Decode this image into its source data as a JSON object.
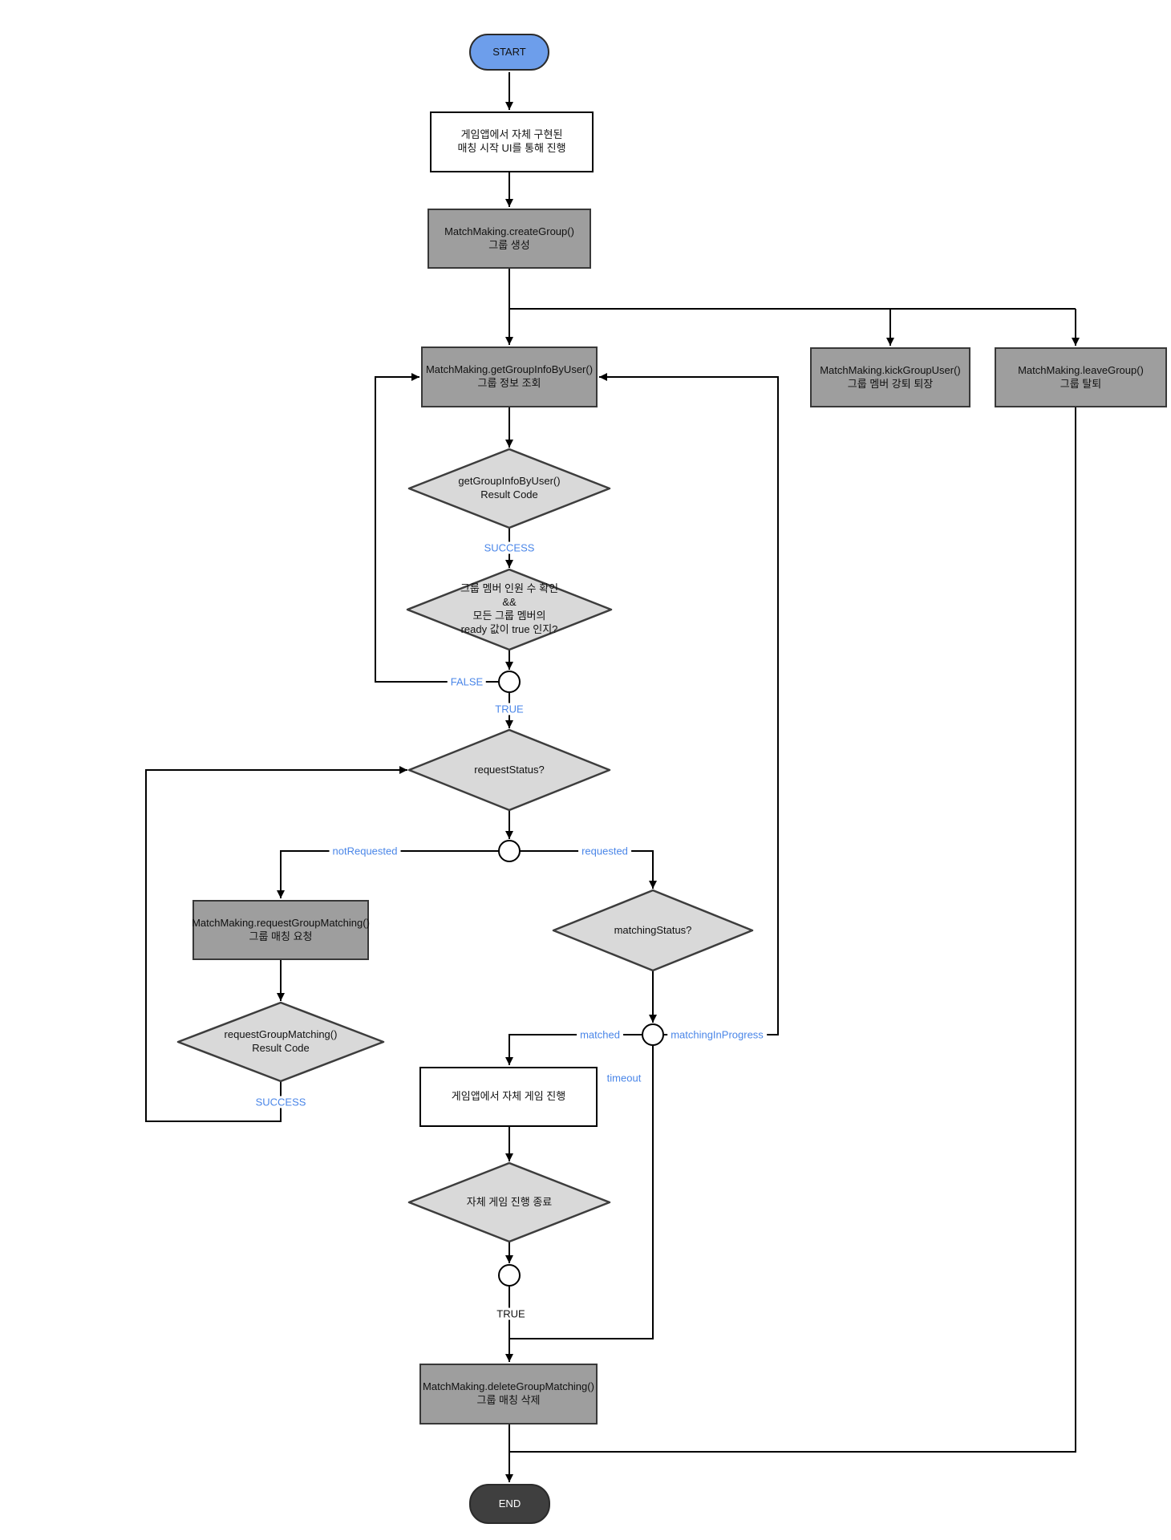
{
  "diagram_title": "MatchMaking group matching flowchart",
  "palette": {
    "start_fill": "#6d9eeb",
    "end_fill": "#3f3f3f",
    "process_fill": "#9e9e9e",
    "decision_fill": "#d9d9d9",
    "plain_fill": "#ffffff",
    "edge_label_blue": "#4a86e8",
    "line_color": "#000000"
  },
  "nodes": {
    "start": {
      "label": "START"
    },
    "ui_box": {
      "lines": [
        "게임앱에서 자체 구현된",
        "매칭 시작 UI를 통해 진행"
      ]
    },
    "create_group": {
      "lines": [
        "MatchMaking.createGroup()",
        "그룹 생성"
      ]
    },
    "get_group_info": {
      "lines": [
        "MatchMaking.getGroupInfoByUser()",
        "그룹 정보 조회"
      ]
    },
    "kick_group_user": {
      "lines": [
        "MatchMaking.kickGroupUser()",
        "그룹 멤버 강퇴 퇴장"
      ]
    },
    "leave_group": {
      "lines": [
        "MatchMaking.leaveGroup()",
        "그룹 탈퇴"
      ]
    },
    "result_code_decision": {
      "lines": [
        "getGroupInfoByUser()",
        "Result Code"
      ]
    },
    "ready_check_decision": {
      "lines": [
        "그룹 멤버 인원 수 확인",
        "&&",
        "모든 그룹 멤버의",
        "ready 값이 true 인지?"
      ]
    },
    "request_status_decision": {
      "lines": [
        "requestStatus?"
      ]
    },
    "request_group_matching": {
      "lines": [
        "MatchMaking.requestGroupMatching()",
        "그룹 매칭 요청"
      ]
    },
    "request_result_decision": {
      "lines": [
        "requestGroupMatching()",
        "Result Code"
      ]
    },
    "matching_status_decision": {
      "lines": [
        "matchingStatus?"
      ]
    },
    "game_play_box": {
      "lines": [
        "게임앱에서 자체 게임 진행"
      ]
    },
    "game_end_decision": {
      "lines": [
        "자체 게임 진행 종료"
      ]
    },
    "delete_group_matching": {
      "lines": [
        "MatchMaking.deleteGroupMatching()",
        "그룹 매칭 삭제"
      ]
    },
    "end": {
      "label": "END"
    }
  },
  "edge_labels": {
    "success_1": "SUCCESS",
    "false_label": "FALSE",
    "true_1": "TRUE",
    "not_requested": "notRequested",
    "requested": "requested",
    "matched": "matched",
    "matching_in_progress": "matchingInProgress",
    "timeout": "timeout",
    "success_2": "SUCCESS",
    "true_2": "TRUE"
  }
}
